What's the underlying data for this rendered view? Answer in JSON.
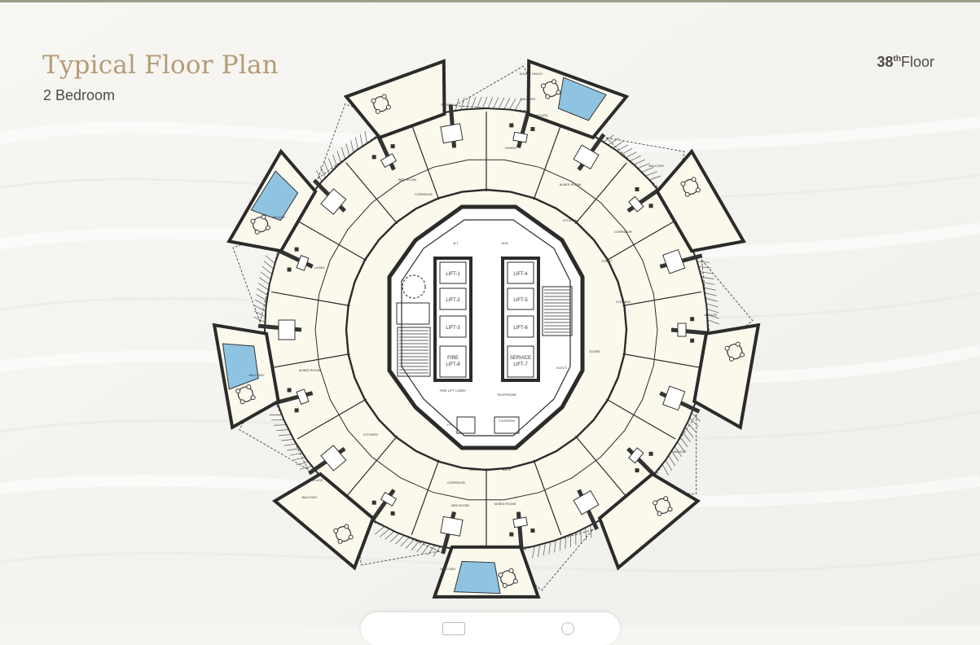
{
  "header": {
    "title": "Typical Floor Plan",
    "subtitle": "2 Bedroom",
    "floor_number": "38",
    "floor_suffix": "th",
    "floor_word": "Floor"
  },
  "plan": {
    "core_labels": {
      "lift1": "LIFT-1",
      "lift2": "LIFT-2",
      "lift3": "LIFT-3",
      "lift4": "LIFT-4",
      "lift5": "LIFT-5",
      "lift6": "LIFT-6",
      "fire_lift_word": "FIRE",
      "fire_lift_num": "LIFT-8",
      "service_lift_word": "SERVICE",
      "service_lift_num": "LIFT-7",
      "fire_lift_lobby": "FIRE LIFT LOBBY",
      "telephone": "TELEPHONE",
      "fa_room": "F.A ROOM",
      "elect": "ELECT.",
      "ff": "F.F.",
      "bt": "B.T.",
      "wm": "W.M."
    },
    "room_labels": {
      "balcony": "BALCONY",
      "jacuzzi": "JACUZZI",
      "bed_room": "BED ROOM",
      "m_bed_room": "M.BED ROOM",
      "kitchen": "KITCHEN",
      "dining": "DINING",
      "living": "LIVING",
      "corridor": "CORRIDOR",
      "store": "STORE",
      "wash": "WASH",
      "toilet": "TOILET",
      "bath": "BATH",
      "double_height": "DOUBLE HEIGHT",
      "pergola": "PERGOLA"
    }
  },
  "colors": {
    "title": "#b59b76",
    "wall": "#2b2b2b",
    "floor_fill": "#fbf8ec",
    "jacuzzi": "#8ec4e2",
    "background": "#f6f5f2"
  }
}
